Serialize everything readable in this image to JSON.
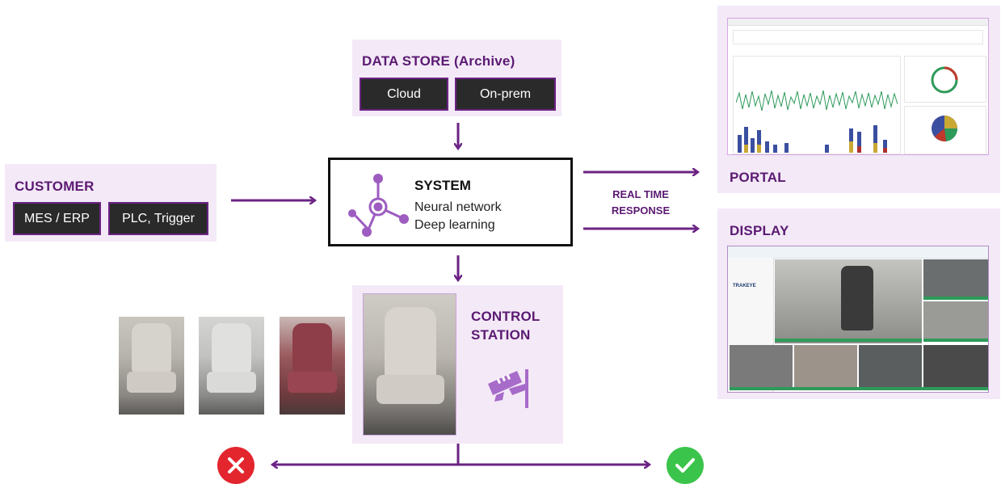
{
  "data_store": {
    "title": "DATA STORE (Archive)",
    "cloud": "Cloud",
    "onprem": "On-prem"
  },
  "customer": {
    "title": "CUSTOMER",
    "mes": "MES / ERP",
    "plc": "PLC, Trigger"
  },
  "system": {
    "title": "SYSTEM",
    "line1": "Neural network",
    "line2": "Deep learning"
  },
  "realtime": {
    "line1": "REAL TIME",
    "line2": "RESPONSE"
  },
  "portal": {
    "title": "PORTAL"
  },
  "display": {
    "title": "DISPLAY",
    "logo_text": "TRAKEYE"
  },
  "control": {
    "line1": "CONTROL",
    "line2": "STATION"
  },
  "results": {
    "reject_icon": "x-icon",
    "accept_icon": "check-icon",
    "reject_color": "#e3262e",
    "accept_color": "#3bc44b"
  },
  "colors": {
    "accent": "#6b2384",
    "panel": "#f3e9f7",
    "dark_button": "#2a2a2a"
  }
}
